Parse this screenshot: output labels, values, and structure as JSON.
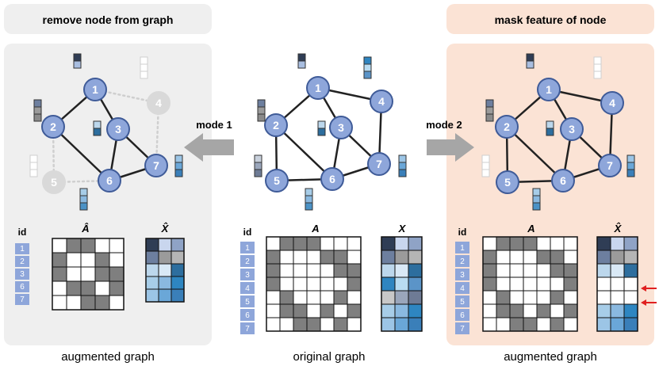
{
  "panels": {
    "left": {
      "title": "remove node from graph",
      "caption": "augmented graph",
      "id_label": "id",
      "matrix_a_label": "Â",
      "matrix_x_label": "X̂",
      "ids": [
        "1",
        "2",
        "3",
        "6",
        "7"
      ],
      "removed_nodes": [
        "4",
        "5"
      ]
    },
    "center": {
      "caption": "original graph",
      "id_label": "id",
      "matrix_a_label": "A",
      "matrix_x_label": "X",
      "ids": [
        "1",
        "2",
        "3",
        "4",
        "5",
        "6",
        "7"
      ]
    },
    "right": {
      "title": "mask feature of node",
      "caption": "augmented graph",
      "id_label": "id",
      "matrix_a_label": "A",
      "matrix_x_label": "X̂",
      "ids": [
        "1",
        "2",
        "3",
        "4",
        "5",
        "6",
        "7"
      ],
      "masked_nodes": [
        "4",
        "5"
      ]
    }
  },
  "modes": {
    "mode1": "mode 1",
    "mode2": "mode 2"
  },
  "graph": {
    "nodes": [
      "1",
      "2",
      "3",
      "4",
      "5",
      "6",
      "7"
    ],
    "edges": [
      [
        "1",
        "2"
      ],
      [
        "1",
        "3"
      ],
      [
        "1",
        "4"
      ],
      [
        "2",
        "6"
      ],
      [
        "2",
        "5"
      ],
      [
        "3",
        "6"
      ],
      [
        "3",
        "7"
      ],
      [
        "4",
        "7"
      ],
      [
        "5",
        "6"
      ],
      [
        "6",
        "7"
      ]
    ]
  },
  "colors": {
    "node_fill": "#8ea6da",
    "node_stroke": "#3f5b98",
    "edge": "#222222",
    "removed": "#cfcfcf",
    "left_bg": "#efefef",
    "right_bg": "#fbe3d5",
    "arrow": "#a6a6a6",
    "red_arrow": "#e02020",
    "id_box": "#8ea6da",
    "adj_on": "#7f7f7f"
  }
}
